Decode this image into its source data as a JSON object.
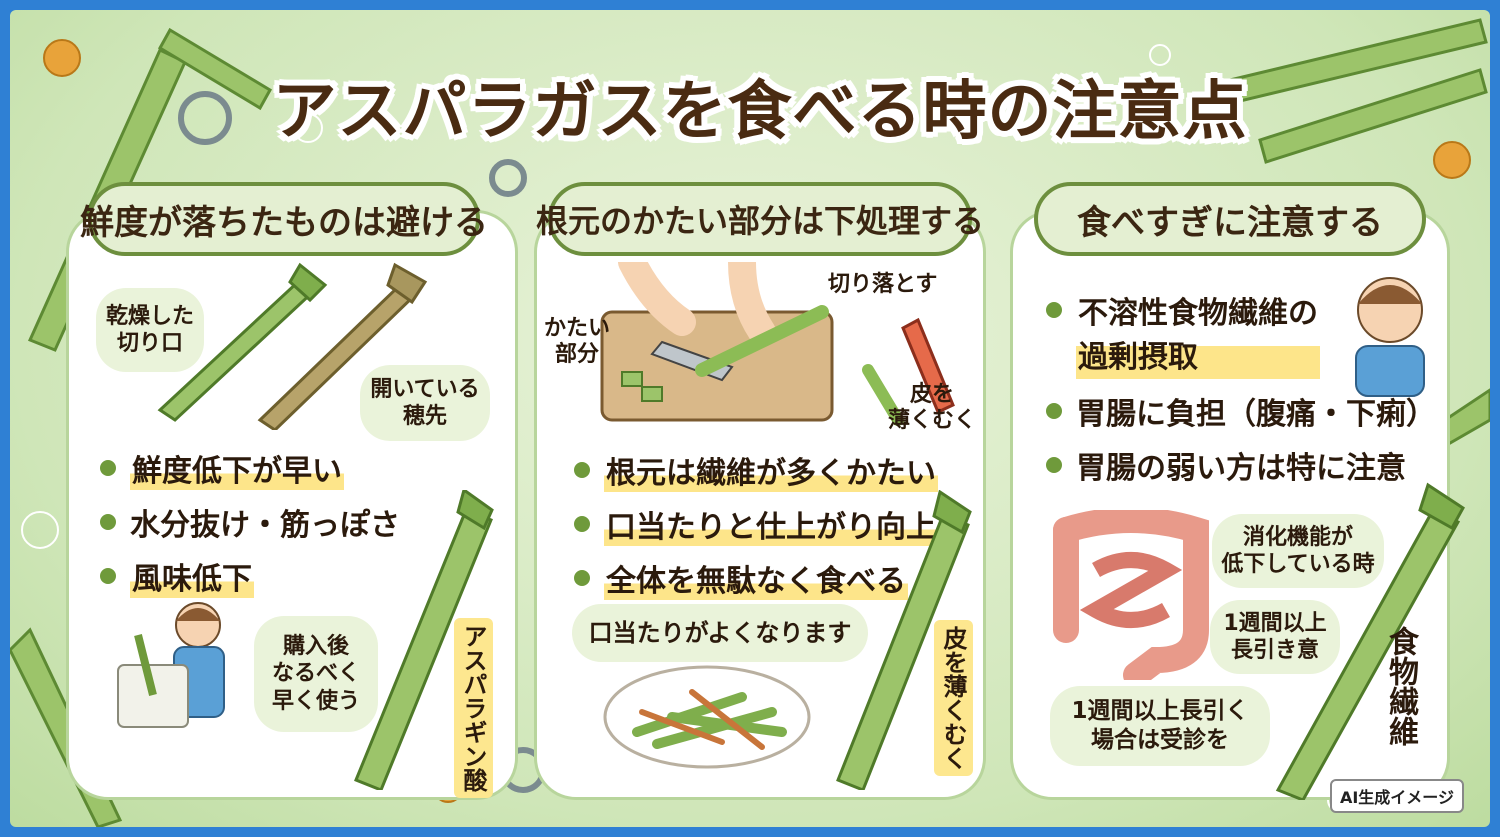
{
  "title": "アスパラガスを食べる時の注意点",
  "panels": [
    {
      "heading": "鮮度が落ちたものは避ける",
      "labels": {
        "dry_cut": "乾燥した\n切り口",
        "open_tip": "開いている\n穂先"
      },
      "bullets": [
        "鮮度低下が早い",
        "水分抜け・筋っぽさ",
        "風味低下"
      ],
      "bubble": "購入後\nなるべく\n早く使う",
      "vertical": "アスパラギン酸"
    },
    {
      "heading": "根元のかたい部分は下処理する",
      "labels": {
        "hard_part": "かたい\n部分",
        "cut_off": "切り落とす",
        "peel": "皮を\n薄くむく"
      },
      "bullets": [
        "根元は繊維が多くかたい",
        "口当たりと仕上がり向上",
        "全体を無駄なく食べる"
      ],
      "bubble": "口当たりがよくなります",
      "vertical": "皮を薄くむく"
    },
    {
      "heading": "食べすぎに注意する",
      "bullets": [
        "不溶性食物繊維の\n過剰摂取",
        "胃腸に負担（腹痛・下痢）",
        "胃腸の弱い方は特に注意"
      ],
      "bubbles": [
        "消化機能が\n低下している時",
        "1週間以上\n長引き意",
        "1週間以上長引く\n場合は受診を"
      ],
      "vertical": "食物繊維"
    }
  ],
  "badge": "AI生成イメージ",
  "colors": {
    "frame": "#2f80d4",
    "background": "#cfe6b8",
    "heading_border": "#6d8f3e",
    "highlight": "#fde58a",
    "text": "#2b1a0c"
  }
}
